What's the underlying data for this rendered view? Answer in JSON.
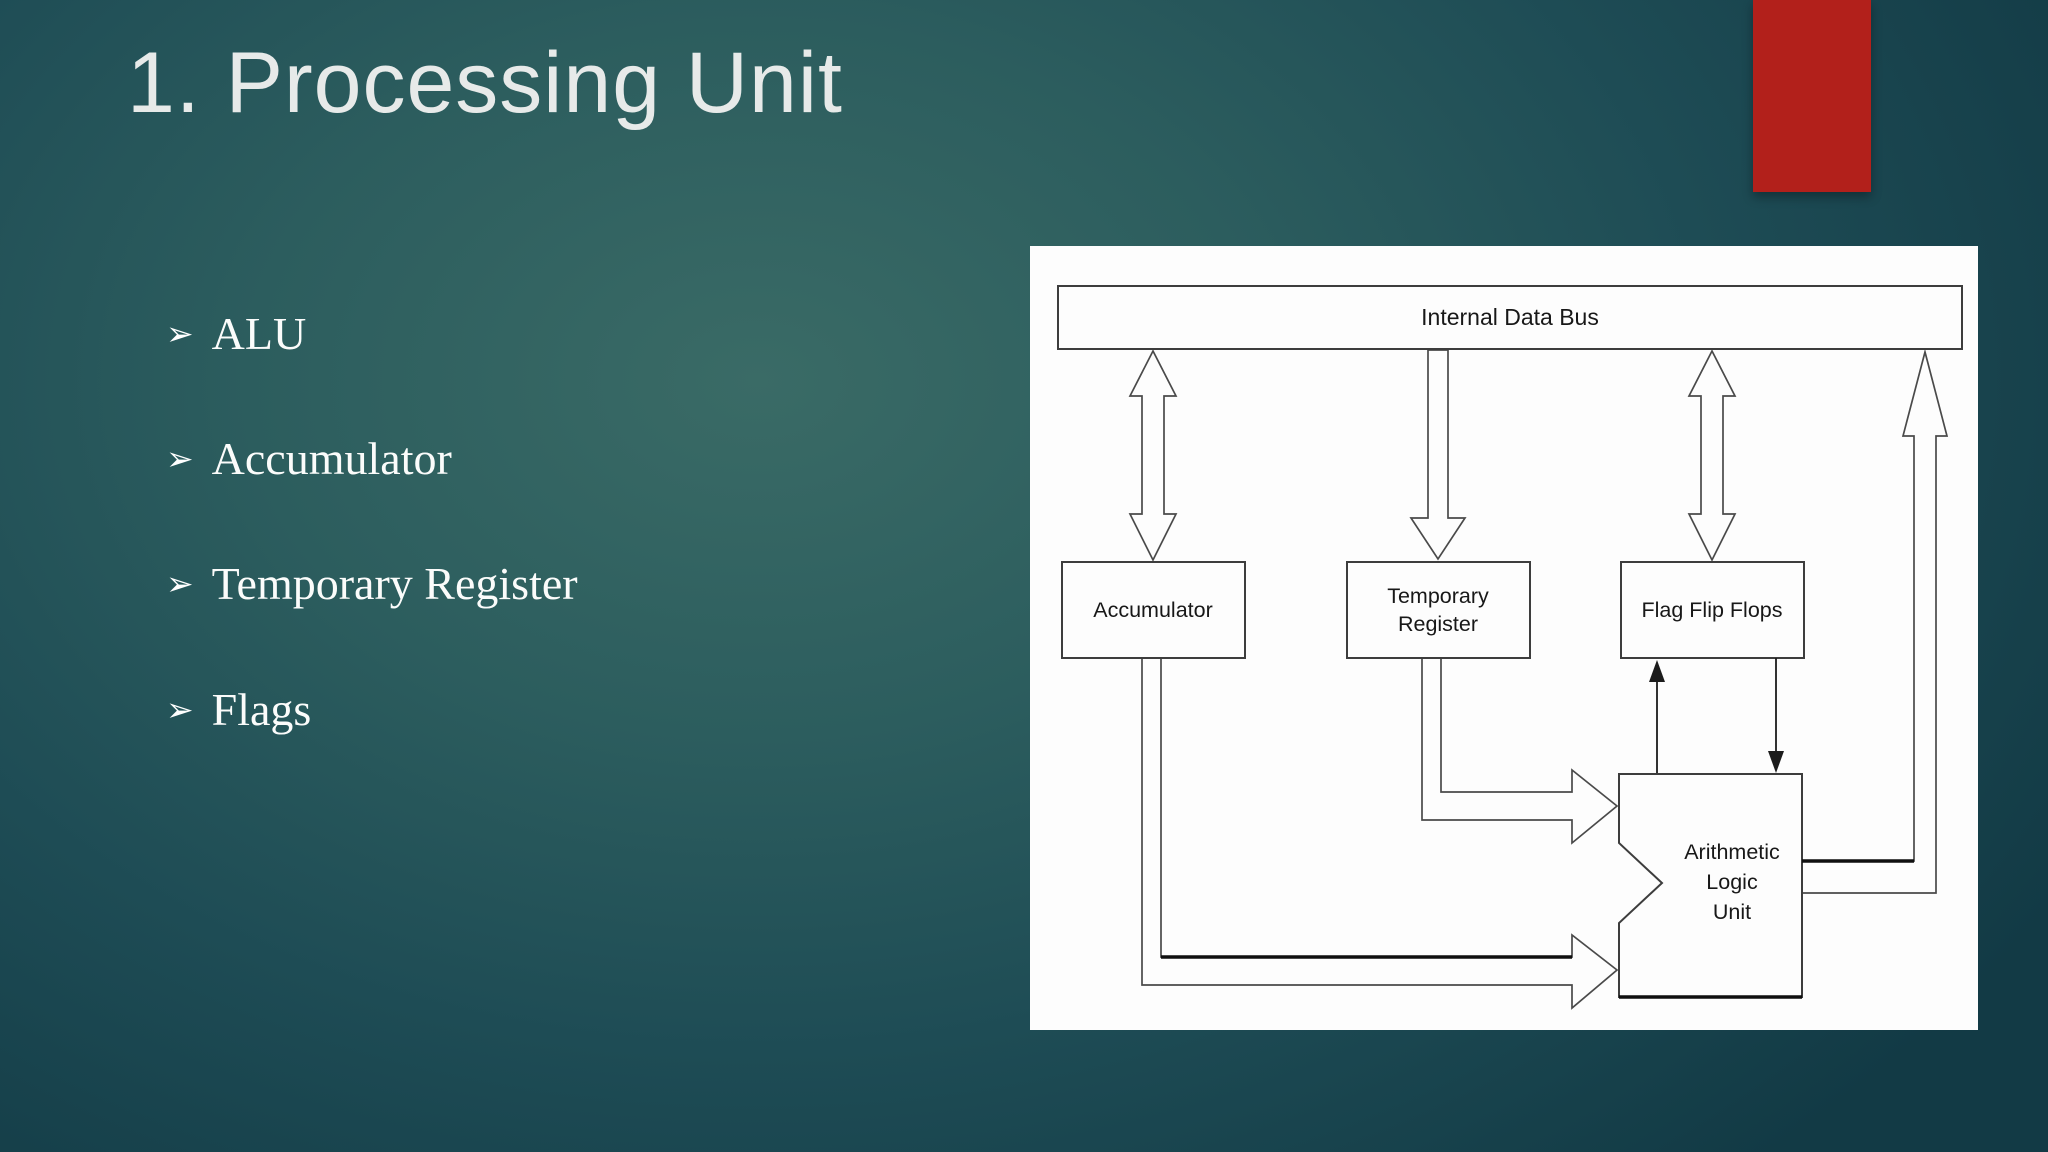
{
  "slide": {
    "title": "1. Processing Unit",
    "bullet_marker": "➢",
    "bullets": [
      "ALU",
      "Accumulator",
      "Temporary Register",
      "Flags"
    ],
    "colors": {
      "background_teal_light": "#396a66",
      "background_teal_dark": "#123945",
      "accent_red": "#b2201b",
      "title_text": "#e7eae9",
      "bullet_text": "#fbfcfb",
      "diagram_background": "#fdfdfd",
      "diagram_line": "#3d3d3d"
    }
  },
  "diagram": {
    "bus_label": "Internal Data Bus",
    "accumulator_label": "Accumulator",
    "temp_register_label_line1": "Temporary",
    "temp_register_label_line2": "Register",
    "flags_label": "Flag Flip Flops",
    "alu_label_line1": "Arithmetic",
    "alu_label_line2": "Logic",
    "alu_label_line3": "Unit"
  }
}
